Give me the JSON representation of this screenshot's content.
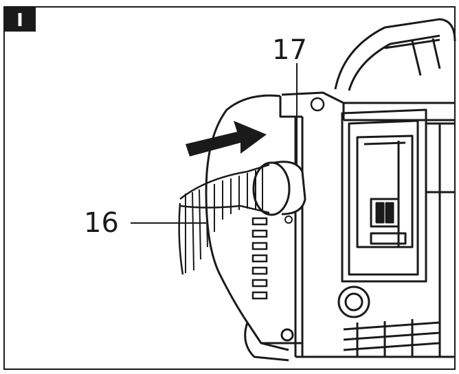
{
  "figure": {
    "badge": "I",
    "callouts": {
      "hose_label": "16",
      "port_label": "17"
    }
  },
  "colors": {
    "ink": "#1a1a1a",
    "paper": "#ffffff",
    "shade": "#9a9a9a"
  }
}
